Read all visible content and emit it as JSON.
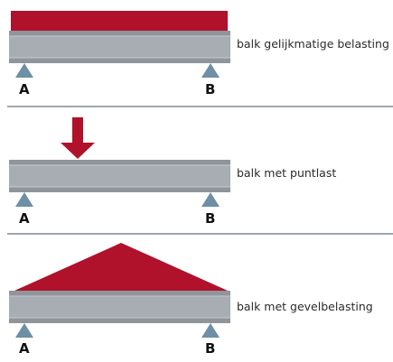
{
  "cases": [
    {
      "caption": "balk gelijkmatige belasting",
      "load_type": "uniform",
      "support_left": "A",
      "support_right": "B"
    },
    {
      "caption": "balk met puntlast",
      "load_type": "point",
      "support_left": "A",
      "support_right": "B"
    },
    {
      "caption": "balk met gevelbelasting",
      "load_type": "triangular",
      "support_left": "A",
      "support_right": "B"
    }
  ],
  "colors": {
    "load": "#b0112b",
    "beam": "#a7adb3",
    "beam_flange": "#8f959b",
    "support": "#6e8fa6",
    "divider": "#3c4f5c"
  }
}
